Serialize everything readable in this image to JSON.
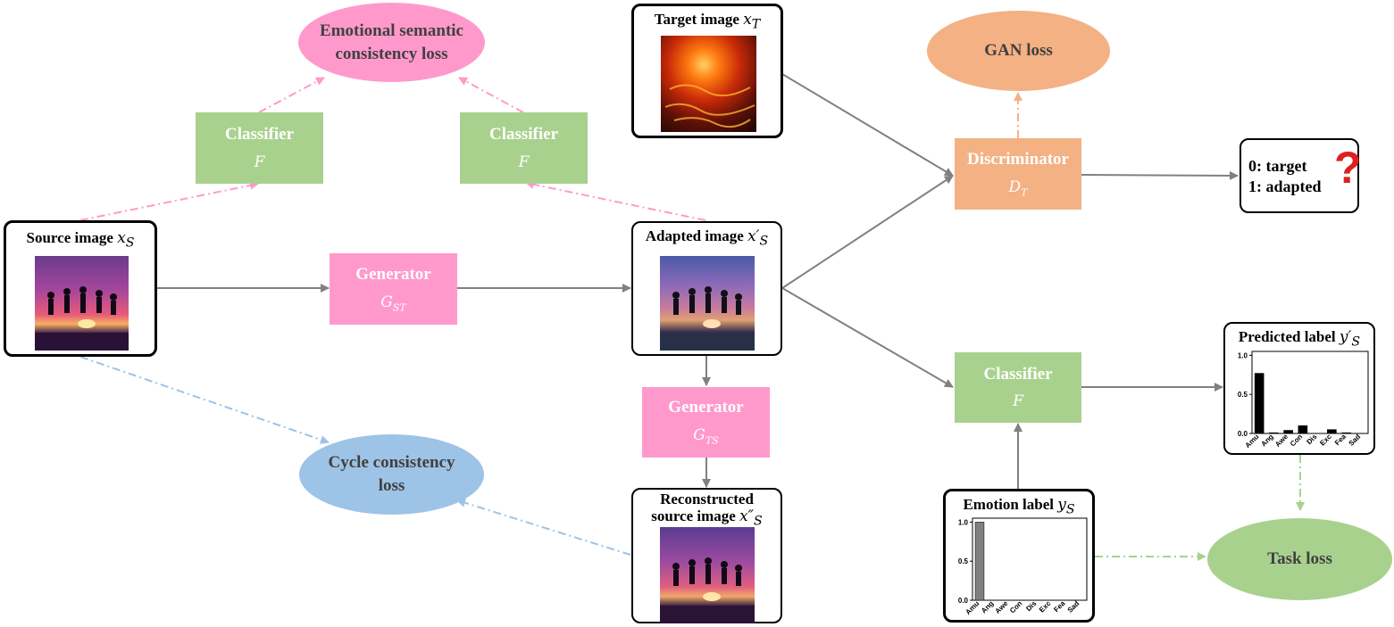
{
  "nodes": {
    "classifier_left": {
      "label": "Classifier",
      "symbol": "F"
    },
    "classifier_right": {
      "label": "Classifier",
      "symbol": "F"
    },
    "classifier_main": {
      "label": "Classifier",
      "symbol": "F"
    },
    "generator_st": {
      "label": "Generator",
      "symbol": "G",
      "subscript": "ST"
    },
    "generator_ts": {
      "label": "Generator",
      "symbol": "G",
      "subscript": "TS"
    },
    "discriminator": {
      "label": "Discriminator",
      "symbol": "D",
      "subscript": "T"
    }
  },
  "losses": {
    "emotional_line1": "Emotional semantic",
    "emotional_line2": "consistency loss",
    "gan": "GAN loss",
    "cycle_line1": "Cycle consistency",
    "cycle_line2": "loss",
    "task": "Task loss"
  },
  "images": {
    "source": {
      "title": "Source image ",
      "math": "x",
      "sub": "S"
    },
    "target": {
      "title": "Target image ",
      "math": "x",
      "sub": "T"
    },
    "adapted": {
      "title": "Adapted image ",
      "math": "x′",
      "sub": "S"
    },
    "reconstructed": {
      "title_line1": "Reconstructed",
      "title_line2": "source image ",
      "math": "x″",
      "sub": "S"
    }
  },
  "output": {
    "line1": "0: target",
    "line2": "1: adapted",
    "mark": "?"
  },
  "labels": {
    "emotion": {
      "title": "Emotion label ",
      "math": "y",
      "sub": "S"
    },
    "predicted": {
      "title": "Predicted label ",
      "math": "y′",
      "sub": "S"
    }
  },
  "colors": {
    "green": "#a9d18e",
    "pink": "#ff99cc",
    "orange": "#f4b183",
    "blue": "#9dc3e6",
    "gray_arrow": "#808080",
    "red_mark": "#e02020"
  },
  "chart_data": [
    {
      "type": "bar",
      "title": "Emotion label",
      "categories": [
        "Amu",
        "Ang",
        "Awe",
        "Con",
        "Dis",
        "Exc",
        "Fea",
        "Sad"
      ],
      "values": [
        1.0,
        0,
        0,
        0,
        0,
        0,
        0,
        0
      ],
      "yticks": [
        "0.0",
        "0.5",
        "1.0"
      ],
      "ylim": [
        0,
        1.05
      ],
      "bar_color": "#808080"
    },
    {
      "type": "bar",
      "title": "Predicted label",
      "categories": [
        "Amu",
        "Ang",
        "Awe",
        "Con",
        "Dis",
        "Exc",
        "Fea",
        "Sad"
      ],
      "values": [
        0.77,
        0.01,
        0.04,
        0.1,
        0.0,
        0.05,
        0.01,
        0.0
      ],
      "yticks": [
        "0.0",
        "0.5",
        "1.0"
      ],
      "ylim": [
        0,
        1.05
      ],
      "bar_color": "#000000"
    }
  ]
}
